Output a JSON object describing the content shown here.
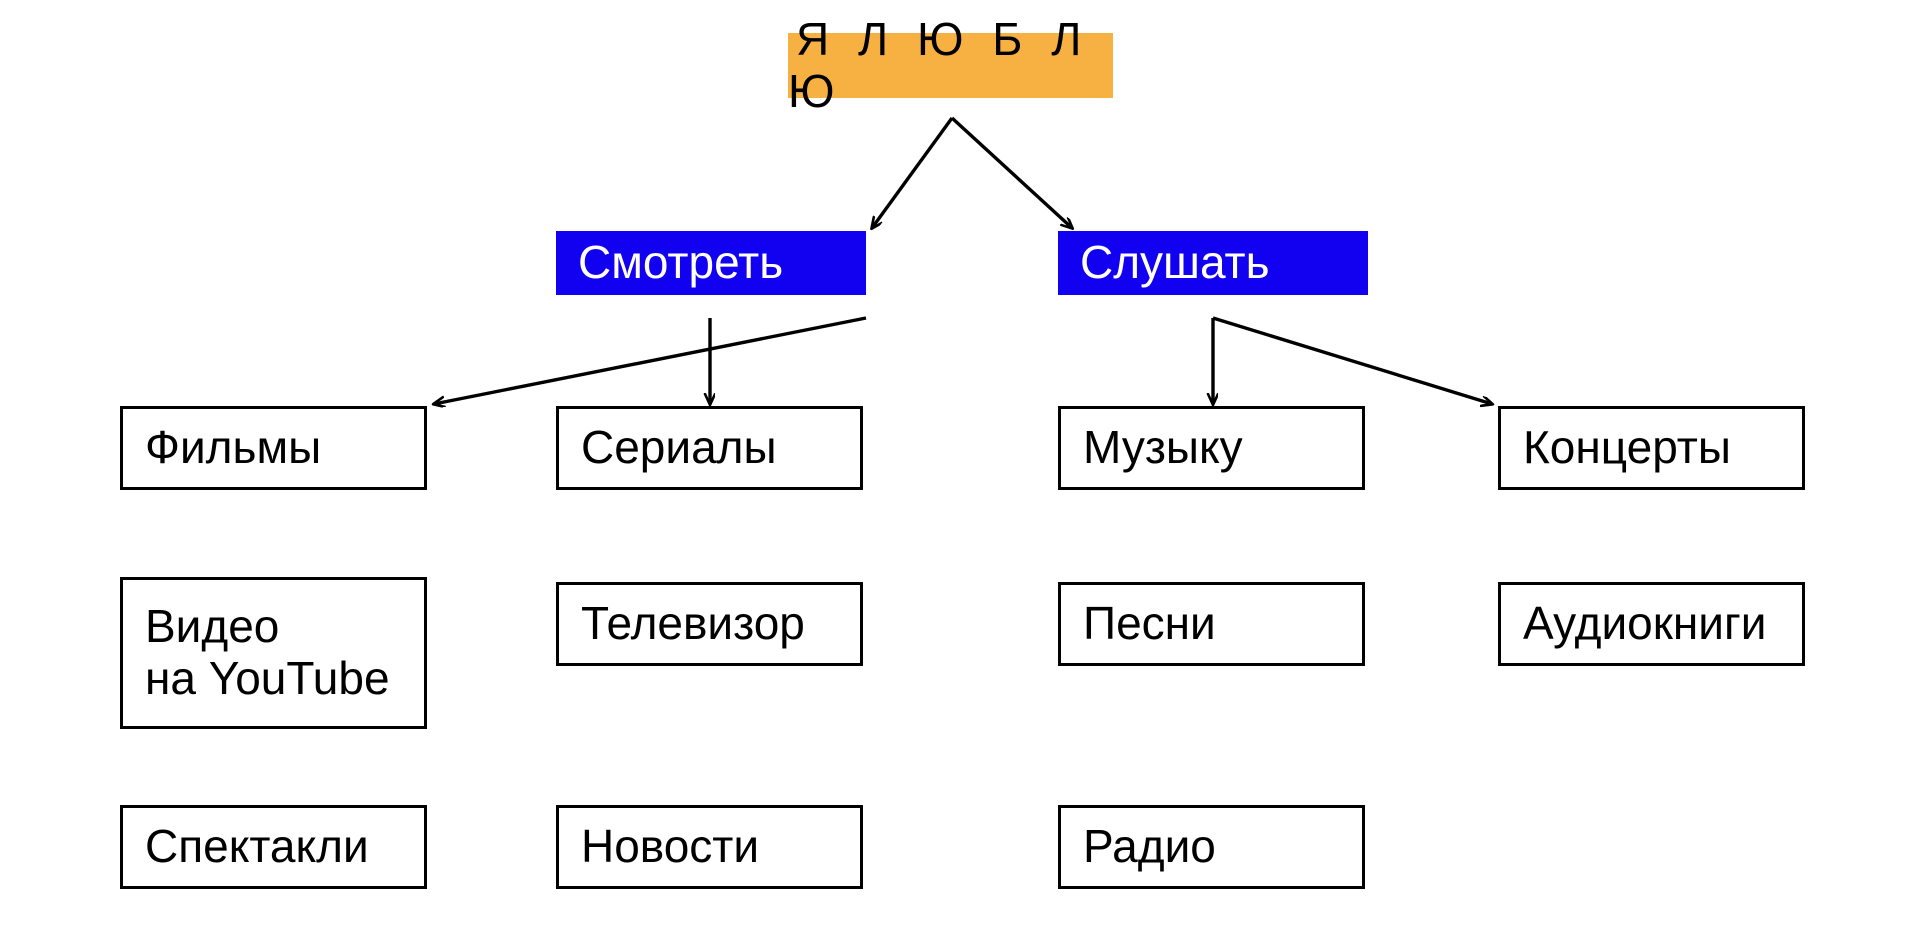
{
  "diagram": {
    "title": "Я  Л Ю Б Л Ю",
    "colors": {
      "root_fill": "#F7B042",
      "branch_fill": "#1200F0",
      "branch_text": "#FFFFFF",
      "leaf_border": "#000000",
      "leaf_fill": "#FFFFFF",
      "text": "#000000",
      "background": "#FFFFFF"
    },
    "root": {
      "label": "Я  Л Ю Б Л Ю"
    },
    "branches": [
      {
        "label": "Смотреть"
      },
      {
        "label": "Слушать"
      }
    ],
    "leaves": {
      "col1": [
        {
          "label": "Фильмы"
        },
        {
          "label": "Видео\nна YouTube"
        },
        {
          "label": "Спектакли"
        }
      ],
      "col2": [
        {
          "label": "Сериалы"
        },
        {
          "label": "Телевизор"
        },
        {
          "label": "Новости"
        }
      ],
      "col3": [
        {
          "label": "Музыку"
        },
        {
          "label": "Песни"
        },
        {
          "label": "Радио"
        }
      ],
      "col4": [
        {
          "label": "Концерты"
        },
        {
          "label": "Аудиокниги"
        }
      ]
    }
  }
}
